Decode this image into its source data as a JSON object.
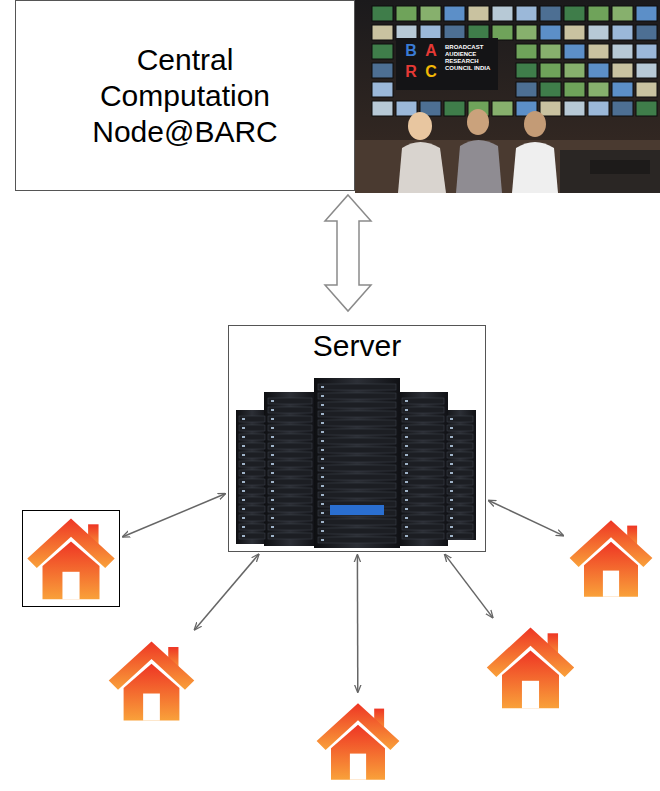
{
  "diagram": {
    "nodes": [
      {
        "text": [
          "Central Computation Node@BARC"
        ]
      },
      {
        "text": [
          "Server"
        ]
      },
      {
        "text": []
      },
      {
        "text": []
      },
      {
        "text": []
      },
      {
        "text": []
      },
      {
        "text": []
      }
    ],
    "edges": [
      {
        "from": 0,
        "to": 1,
        "arrow": "both"
      },
      {
        "from": 1,
        "to": 2,
        "arrow": "both"
      },
      {
        "from": 1,
        "to": 3,
        "arrow": "both"
      },
      {
        "from": 1,
        "to": 4,
        "arrow": "both"
      },
      {
        "from": 1,
        "to": 5,
        "arrow": "both"
      },
      {
        "from": 1,
        "to": 6,
        "arrow": "both"
      }
    ],
    "labels": [
      "B",
      "A",
      "R",
      "C",
      "BROADCAST AUDIENCE RESEARCH COUNCIL INDIA"
    ]
  }
}
